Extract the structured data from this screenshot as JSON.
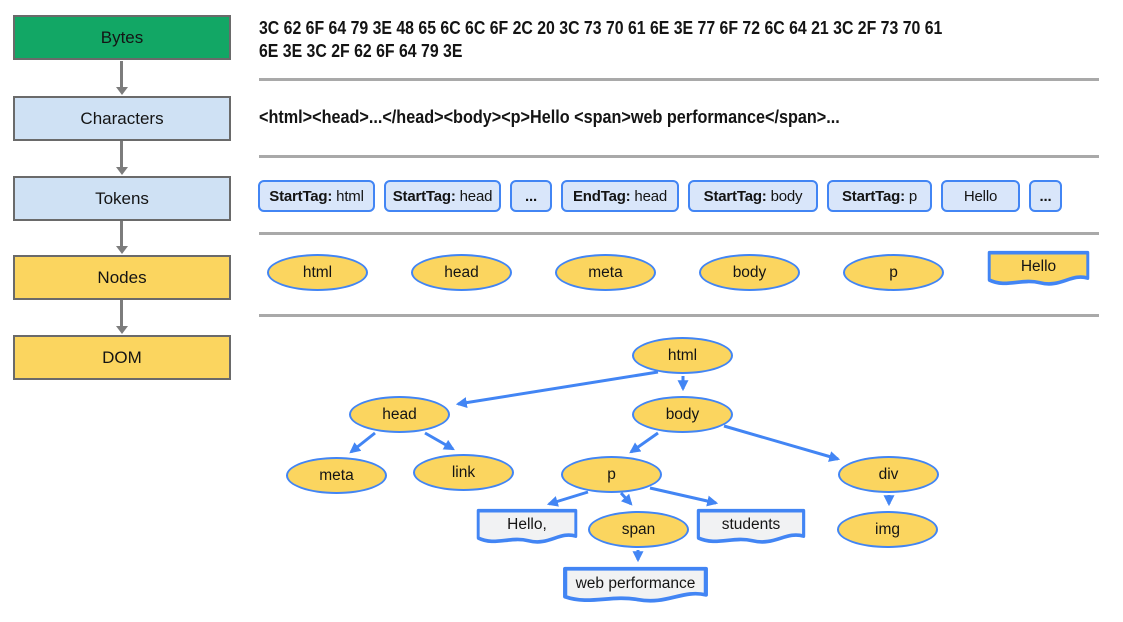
{
  "colors": {
    "stage_green": "#12A765",
    "stage_blue": "#CFE1F4",
    "stage_yellow": "#FBD55F",
    "token_fill": "#D9E6FA",
    "outline_blue": "#4285F4",
    "divider_gray": "#A9A9A9",
    "box_border_gray": "#6A6A6A",
    "arrow_gray": "#7C7C7C",
    "text_node_fill": "#F1F2F3"
  },
  "pipeline": {
    "stages": [
      {
        "label": "Bytes"
      },
      {
        "label": "Characters"
      },
      {
        "label": "Tokens"
      },
      {
        "label": "Nodes"
      },
      {
        "label": "DOM"
      }
    ]
  },
  "bytes_row": {
    "line1": "3C 62 6F 64 79 3E 48 65 6C 6C 6F 2C 20 3C 73 70 61 6E 3E 77 6F 72 6C 64 21 3C 2F 73 70 61",
    "line2": "6E 3E 3C 2F 62 6F 64 79 3E"
  },
  "characters_row": {
    "text": "<html><head>...</head><body><p>Hello <span>web performance</span>..."
  },
  "tokens_row": {
    "items": [
      {
        "bold": "StartTag:",
        "rest": " html"
      },
      {
        "bold": "StartTag:",
        "rest": " head"
      },
      {
        "bold": "...",
        "rest": ""
      },
      {
        "bold": "EndTag:",
        "rest": " head"
      },
      {
        "bold": "StartTag:",
        "rest": " body"
      },
      {
        "bold": "StartTag:",
        "rest": " p"
      },
      {
        "bold": "",
        "rest": "Hello"
      },
      {
        "bold": "...",
        "rest": ""
      }
    ]
  },
  "nodes_row": {
    "items": [
      {
        "label": "html"
      },
      {
        "label": "head"
      },
      {
        "label": "meta"
      },
      {
        "label": "body"
      },
      {
        "label": "p"
      },
      {
        "label": "Hello"
      }
    ]
  },
  "dom_tree": {
    "nodes": [
      {
        "label": "html"
      },
      {
        "label": "head"
      },
      {
        "label": "body"
      },
      {
        "label": "meta"
      },
      {
        "label": "link"
      },
      {
        "label": "p"
      },
      {
        "label": "div"
      },
      {
        "label": "Hello,"
      },
      {
        "label": "span"
      },
      {
        "label": "students"
      },
      {
        "label": "img"
      },
      {
        "label": "web performance"
      }
    ]
  }
}
